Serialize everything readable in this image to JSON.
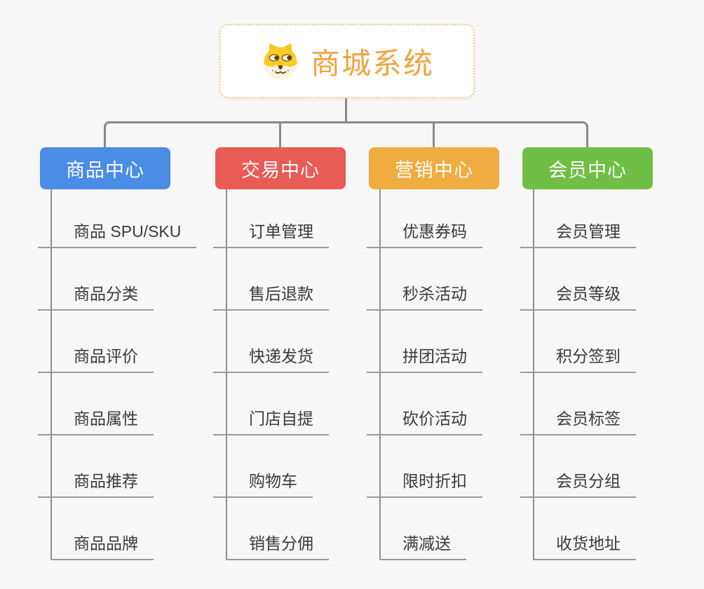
{
  "root": {
    "title": "商城系统",
    "icon": "dog-face-icon",
    "title_color": "#f2a43e",
    "border_color": "#f5c879"
  },
  "branches": [
    {
      "label": "商品中心",
      "color": "#4a8ce6",
      "items": [
        "商品 SPU/SKU",
        "商品分类",
        "商品评价",
        "商品属性",
        "商品推荐",
        "商品品牌"
      ]
    },
    {
      "label": "交易中心",
      "color": "#e95b55",
      "items": [
        "订单管理",
        "售后退款",
        "快递发货",
        "门店自提",
        "购物车",
        "销售分佣"
      ]
    },
    {
      "label": "营销中心",
      "color": "#efac40",
      "items": [
        "优惠券码",
        "秒杀活动",
        "拼团活动",
        "砍价活动",
        "限时折扣",
        "满减送"
      ]
    },
    {
      "label": "会员中心",
      "color": "#70be45",
      "items": [
        "会员管理",
        "会员等级",
        "积分签到",
        "会员标签",
        "会员分组",
        "收货地址"
      ]
    }
  ],
  "colors": {
    "background": "#f7f7f7",
    "connector_line": "#8a8a8a",
    "leaf_underline": "#9a9a9a",
    "leaf_text": "#3a3a3a"
  }
}
